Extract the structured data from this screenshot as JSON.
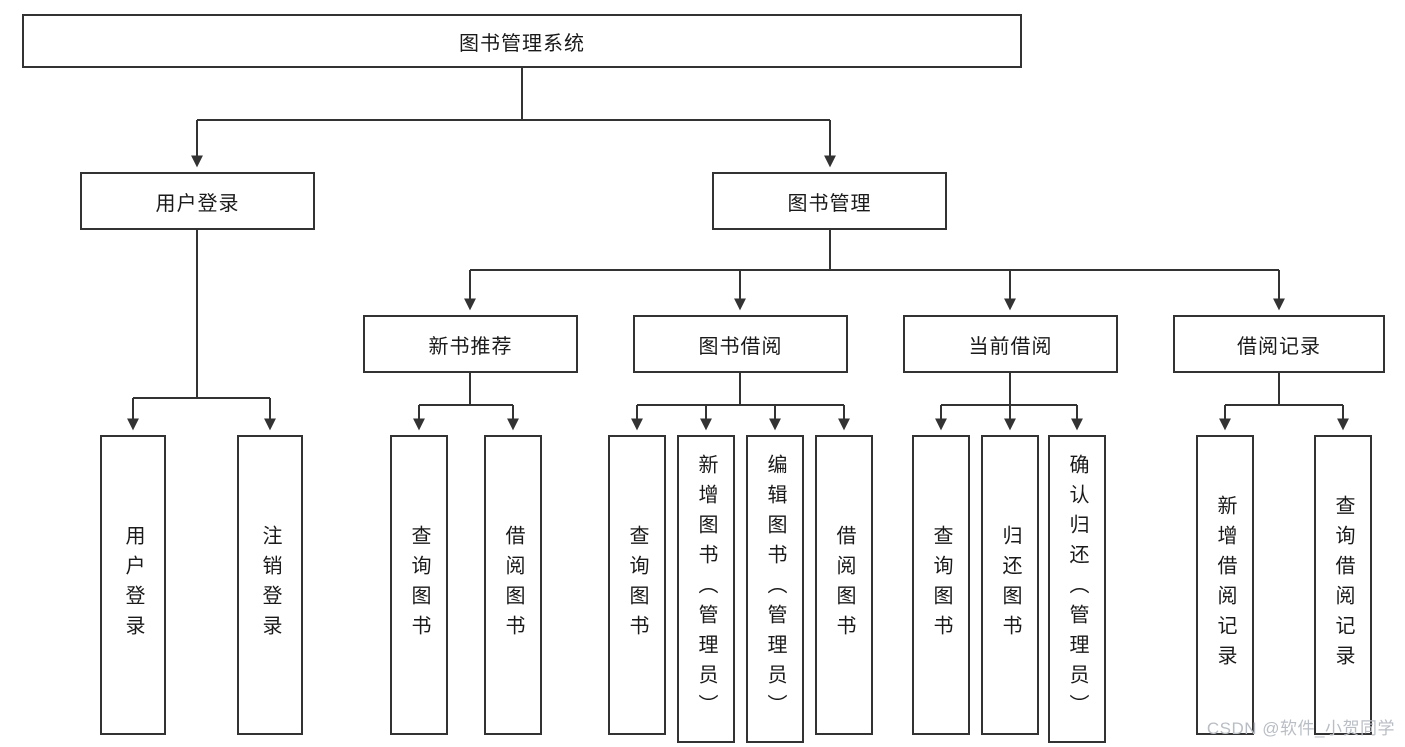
{
  "tree": {
    "label": "图书管理系统",
    "children": [
      {
        "label": "用户登录",
        "children": [
          {
            "label": "用户登录"
          },
          {
            "label": "注销登录"
          }
        ]
      },
      {
        "label": "图书管理",
        "children": [
          {
            "label": "新书推荐",
            "children": [
              {
                "label": "查询图书"
              },
              {
                "label": "借阅图书"
              }
            ]
          },
          {
            "label": "图书借阅",
            "children": [
              {
                "label": "查询图书"
              },
              {
                "label": "新增图书（管理员）"
              },
              {
                "label": "编辑图书（管理员）"
              },
              {
                "label": "借阅图书"
              }
            ]
          },
          {
            "label": "当前借阅",
            "children": [
              {
                "label": "查询图书"
              },
              {
                "label": "归还图书"
              },
              {
                "label": "确认归还（管理员）"
              }
            ]
          },
          {
            "label": "借阅记录",
            "children": [
              {
                "label": "新增借阅记录"
              },
              {
                "label": "查询借阅记录"
              }
            ]
          }
        ]
      }
    ]
  },
  "colors": {
    "line": "#333333",
    "border": "#333333",
    "text": "#1a1a1a",
    "watermark": "#b9bec4"
  },
  "watermark": "CSDN @软件_小贺同学"
}
